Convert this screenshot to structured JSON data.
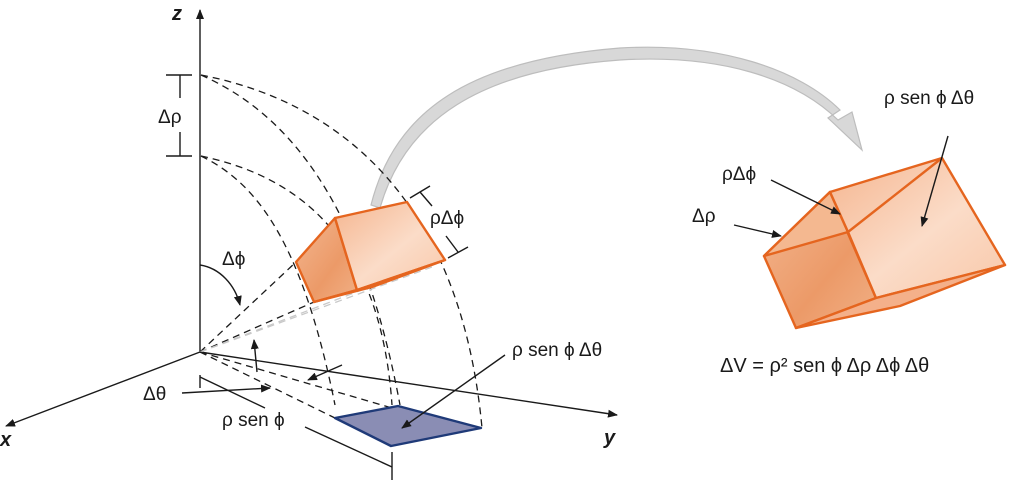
{
  "figure": {
    "description": "Spherical coordinate volume element diagram",
    "axes": {
      "x": "x",
      "y": "y",
      "z": "z"
    },
    "left_labels": {
      "delta_rho": "Δρ",
      "delta_phi": "Δϕ",
      "rho_delta_phi": "ρΔϕ",
      "delta_theta": "Δθ",
      "rho_sen_phi": "ρ sen ϕ",
      "rho_sen_phi_delta_theta": "ρ sen ϕ Δθ"
    },
    "right_labels": {
      "rho_sen_phi_delta_theta": "ρ sen ϕ Δθ",
      "rho_delta_phi": "ρΔϕ",
      "delta_rho": "Δρ"
    },
    "formula": "ΔV = ρ² sen ϕ Δρ Δϕ Δθ",
    "colors": {
      "box_stroke": "#e5651f",
      "box_fill_light": "#fbd9c3",
      "box_fill_dark": "#eea57c",
      "base_fill": "#8a8db4",
      "base_stroke": "#1f3a78",
      "arrow_gray": "#d6d6d6"
    }
  }
}
